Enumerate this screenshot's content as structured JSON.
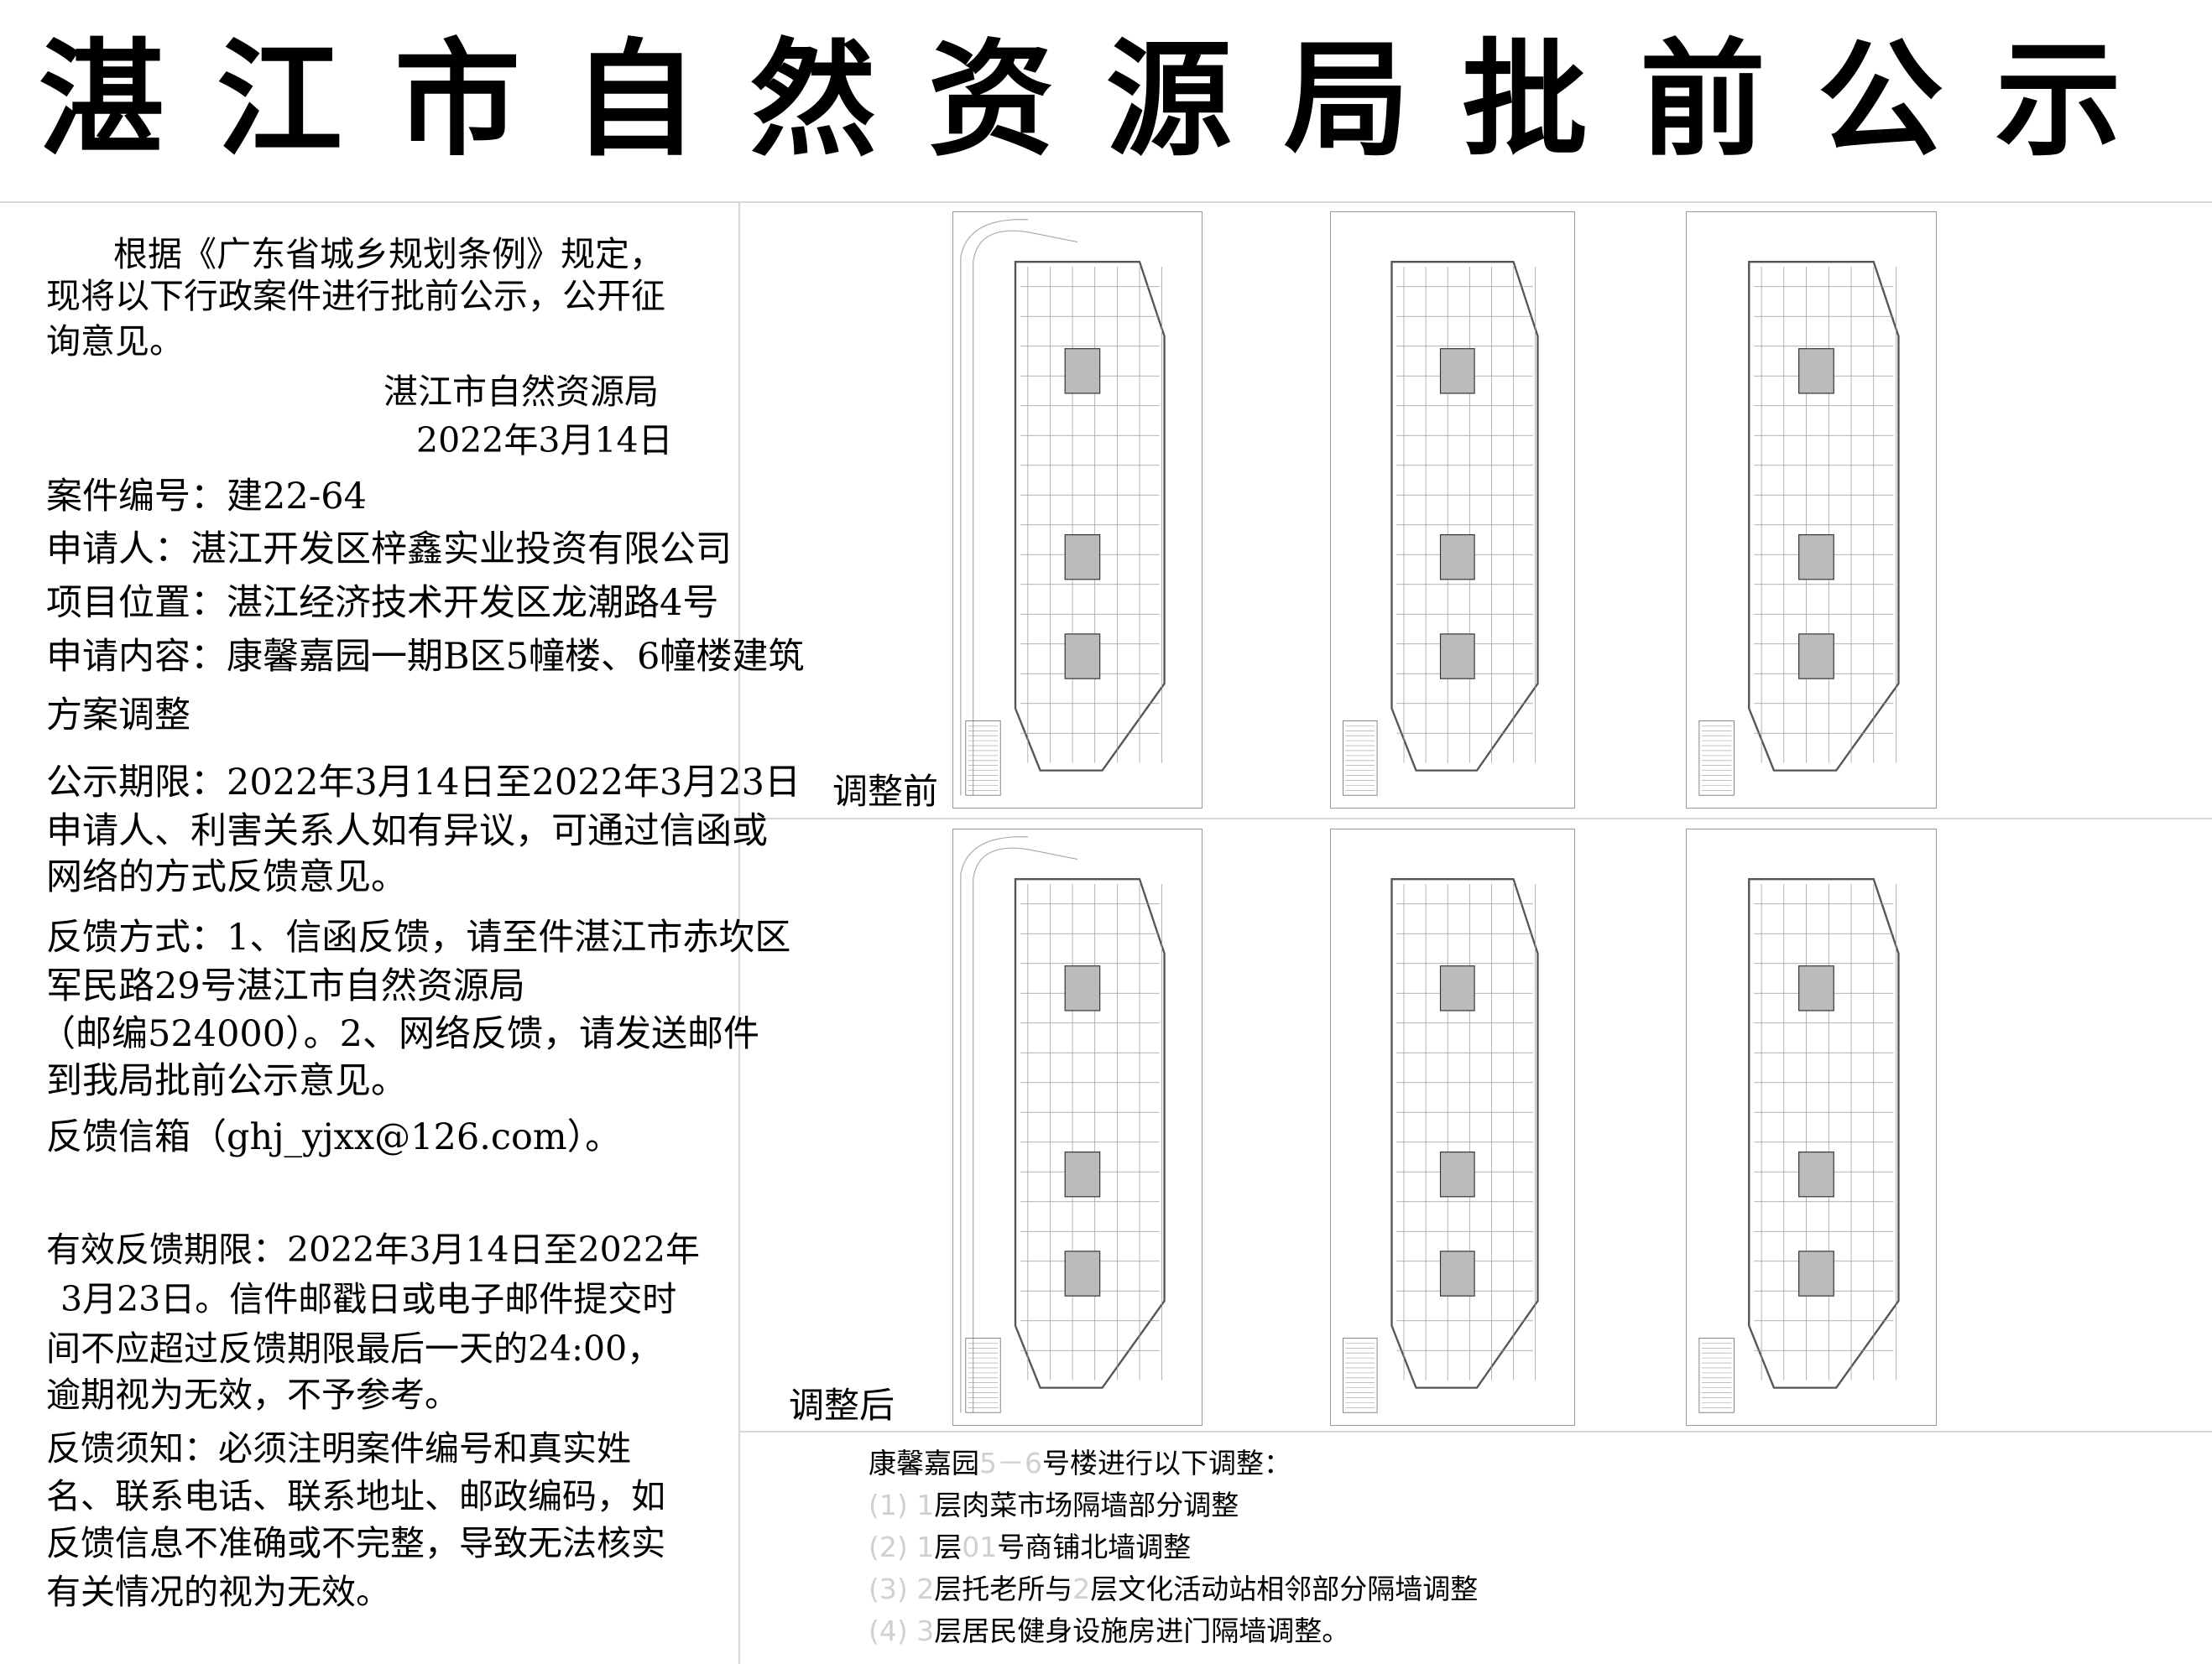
{
  "title": "湛江市自然资源局批前公示",
  "left_panel": {
    "lines": [
      "根据《广东省城乡规划条例》规定，",
      "现将以下行政案件进行批前公示，公开征",
      "询意见。",
      "湛江市自然资源局",
      "2022年3月14日",
      "案件编号：建22-64",
      "申请人：湛江开发区梓鑫实业投资有限公司",
      "项目位置：湛江经济技术开发区龙潮路4号",
      "申请内容：康馨嘉园一期B区5幢楼、6幢楼建筑",
      "方案调整",
      "公示期限：2022年3月14日至2022年3月23日",
      "申请人、利害关系人如有异议，可通过信函或",
      "网络的方式反馈意见。",
      "反馈方式：1、信函反馈，请至件湛江市赤坎区",
      "军民路29号湛江市自然资源局",
      "（邮编524000）。2、网络反馈，请发送邮件",
      "到我局批前公示意见。",
      "反馈信箱（ghj_yjxx@126.com）。",
      "有效反馈期限：2022年3月14日至2022年",
      "3月23日。信件邮戳日或电子邮件提交时",
      "间不应超过反馈期限最后一天的24:00，",
      "逾期视为无效，不予参考。",
      "反馈须知：必须注明案件编号和真实姓",
      "名、联系电话、联系地址、邮政编码，如",
      "反馈信息不准确或不完整，导致无法核实",
      "有关情况的视为无效。"
    ]
  },
  "drawings": {
    "before_label": "调整前",
    "after_label": "调整后"
  },
  "notes": {
    "heading_a": "康馨嘉园",
    "heading_faint": "5－6",
    "heading_b": "号楼进行以下调整：",
    "items": [
      {
        "num": "(1)",
        "faint": "1",
        "text": "层肉菜市场隔墙部分调整"
      },
      {
        "num": "(2)",
        "faint": "1",
        "text": "层",
        "faint2": "01",
        "text2": "号商铺北墙调整"
      },
      {
        "num": "(3)",
        "faint": "2",
        "text": "层托老所与",
        "faint2": "2",
        "text2": "层文化活动站相邻部分隔墙调整"
      },
      {
        "num": "(4)",
        "faint": "3",
        "text": "层居民健身设施房进门隔墙调整。"
      }
    ]
  }
}
